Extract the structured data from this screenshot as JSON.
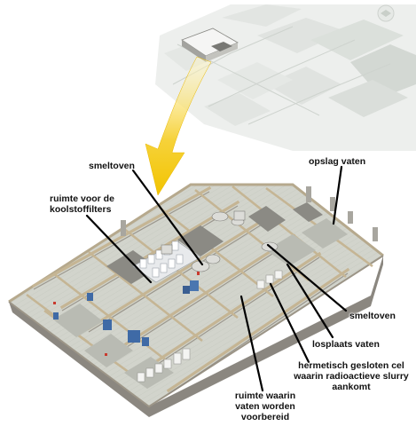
{
  "labels": {
    "smeltoven_top": "smeltoven",
    "koolstof_1": "ruimte voor de",
    "koolstof_2": "koolstoffilters",
    "opslag": "opslag vaten",
    "smeltoven_right": "smeltoven",
    "losplaats": "losplaats vaten",
    "cel_1": "hermetisch gesloten cel",
    "cel_2": "waarin radioactieve slurry",
    "cel_3": "aankomt",
    "vaten_1": "ruimte waarin",
    "vaten_2": "vaten worden",
    "vaten_3": "voorbereid"
  },
  "colors": {
    "floor": "#cfd2c9",
    "wall_top": "#c9b99a",
    "wall_side": "#8f8a80",
    "context_map": "#e9ebe9",
    "arrow": "#f2c400",
    "leader": "#000000"
  }
}
